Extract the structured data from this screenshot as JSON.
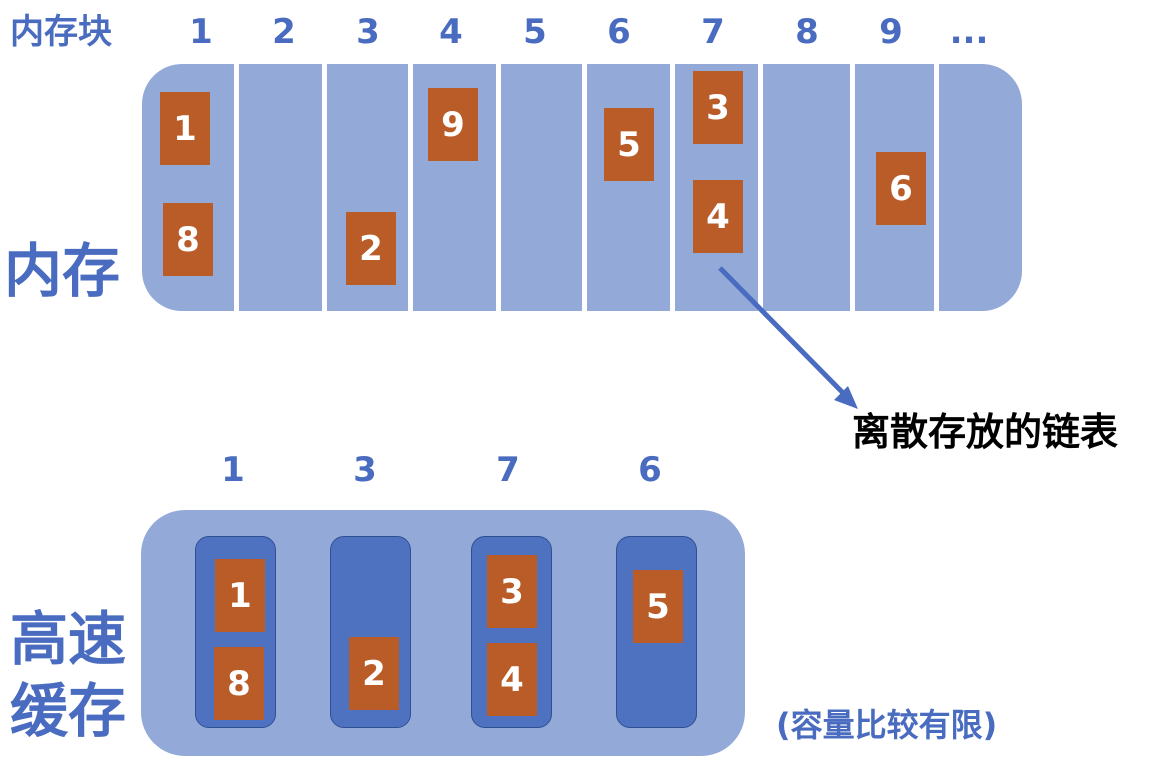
{
  "header": {
    "row_label": "内存块",
    "numbers": [
      "1",
      "2",
      "3",
      "4",
      "5",
      "6",
      "7",
      "8",
      "9",
      "..."
    ]
  },
  "memory": {
    "label": "内存",
    "pages": {
      "p1": "1",
      "p8": "8",
      "p2": "2",
      "p9": "9",
      "p5": "5",
      "p3": "3",
      "p4": "4",
      "p6": "6"
    }
  },
  "arrow_note": "离散存放的链表",
  "cache": {
    "label_line1": "高速",
    "label_line2": "缓存",
    "slot_numbers": [
      "1",
      "3",
      "7",
      "6"
    ],
    "pages": {
      "c1": "1",
      "c8": "8",
      "c2": "2",
      "c3": "3",
      "c4": "4",
      "c5": "5"
    },
    "capacity_note": "(容量比较有限)"
  },
  "colors": {
    "panel": "#93a9d8",
    "slot": "#4f72c0",
    "block": "#b95c27",
    "label_blue": "#4a6cc0",
    "arrow": "#4a6cc0"
  }
}
